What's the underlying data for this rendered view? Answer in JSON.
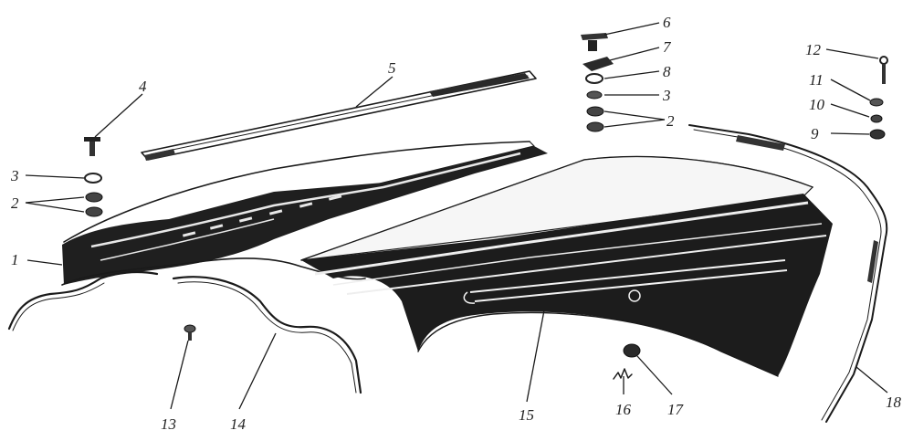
{
  "figure": {
    "callouts": [
      {
        "id": "c1",
        "text": "1"
      },
      {
        "id": "c2a",
        "text": "2"
      },
      {
        "id": "c2b",
        "text": "2"
      },
      {
        "id": "c3a",
        "text": "3"
      },
      {
        "id": "c3b",
        "text": "3"
      },
      {
        "id": "c4",
        "text": "4"
      },
      {
        "id": "c5",
        "text": "5"
      },
      {
        "id": "c6",
        "text": "6"
      },
      {
        "id": "c7",
        "text": "7"
      },
      {
        "id": "c8",
        "text": "8"
      },
      {
        "id": "c9",
        "text": "9"
      },
      {
        "id": "c10",
        "text": "10"
      },
      {
        "id": "c11",
        "text": "11"
      },
      {
        "id": "c12",
        "text": "12"
      },
      {
        "id": "c13",
        "text": "13"
      },
      {
        "id": "c14",
        "text": "14"
      },
      {
        "id": "c15",
        "text": "15"
      },
      {
        "id": "c16",
        "text": "16"
      },
      {
        "id": "c17",
        "text": "17"
      },
      {
        "id": "c18",
        "text": "18"
      }
    ]
  }
}
